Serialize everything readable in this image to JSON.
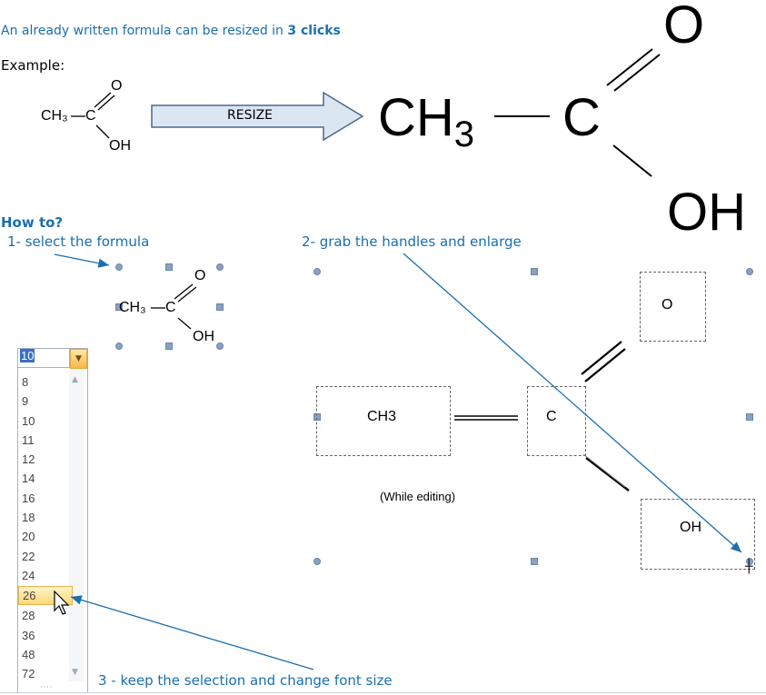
{
  "intro": {
    "text": "An already written formula can be resized in ",
    "bold": "3 clicks"
  },
  "example_label": "Example:",
  "formula_small": {
    "ch3": "CH₃",
    "c": "C",
    "o": "O",
    "oh": "OH"
  },
  "arrow_label": "RESIZE",
  "formula_big": {
    "ch3": "CH",
    "sub": "3",
    "c": "C",
    "o": "O",
    "oh": "OH"
  },
  "howto": {
    "title": "How to?",
    "step1": "1- select the formula",
    "step2": "2- grab the handles and enlarge",
    "step3": "3 - keep the selection and change font size"
  },
  "selected_formula": {
    "ch3": "CH₃",
    "c": "C",
    "o": "O",
    "oh": "OH"
  },
  "font_size_box": {
    "value": "10",
    "arrow": "▼"
  },
  "font_sizes": [
    "8",
    "9",
    "10",
    "11",
    "12",
    "14",
    "16",
    "18",
    "20",
    "22",
    "24",
    "26",
    "28",
    "36",
    "48",
    "72"
  ],
  "font_size_selected": "26",
  "editing": {
    "ch3": "CH3",
    "c": "C",
    "o": "O",
    "oh": "OH",
    "caption": "(While editing)"
  },
  "colors": {
    "accent": "#1a6fb0",
    "arrow_fill": "#dce6f2",
    "arrow_stroke": "#4a6a8c",
    "handle": "#8aa1bf"
  }
}
